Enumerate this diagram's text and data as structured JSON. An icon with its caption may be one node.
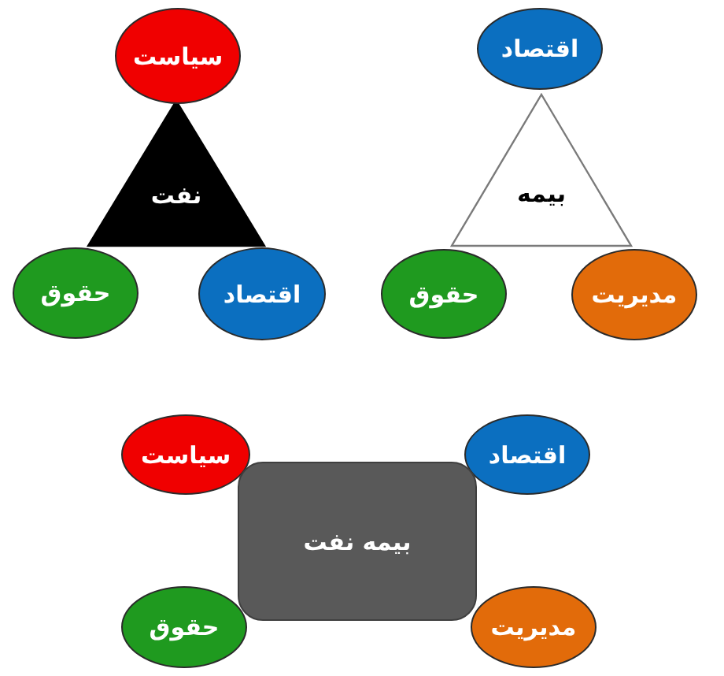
{
  "diagram": {
    "nodes": [
      {
        "text": [
          "سیاست"
        ]
      },
      {
        "text": [
          "نفت"
        ]
      },
      {
        "text": [
          "حقوق"
        ]
      },
      {
        "text": [
          "اقتصاد"
        ]
      },
      {
        "text": [
          "اقتصاد"
        ]
      },
      {
        "text": [
          "بیمه"
        ]
      },
      {
        "text": [
          "حقوق"
        ]
      },
      {
        "text": [
          "مدیریت"
        ]
      },
      {
        "text": [
          "سیاست"
        ]
      },
      {
        "text": [
          "اقتصاد"
        ]
      },
      {
        "text": [
          "بیمه نفت"
        ]
      },
      {
        "text": [
          "حقوق"
        ]
      },
      {
        "text": [
          "مدیریت"
        ]
      }
    ]
  }
}
